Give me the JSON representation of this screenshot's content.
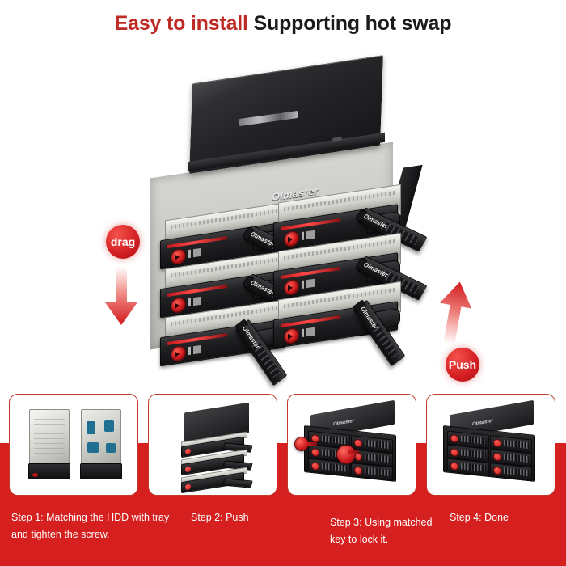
{
  "header": {
    "title_red": "Easy to install",
    "title_black": "Supporting hot swap"
  },
  "hero": {
    "brand": "OImaster",
    "drag_badge": "drag",
    "push_badge": "Push",
    "tray_handle_brand": "OImaster",
    "colors": {
      "accent_red": "#D6201F",
      "title_red": "#BE2A24",
      "knob_red": "#D2191C",
      "chassis_black": "#1a1a1c"
    }
  },
  "steps": {
    "cards": [
      {
        "id": "step-1",
        "caption": "Step 1: Matching the HDD with tray and tighten the screw."
      },
      {
        "id": "step-2",
        "caption": "Step 2: Push"
      },
      {
        "id": "step-3",
        "caption": "Step 3: Using matched key to lock it."
      },
      {
        "id": "step-4",
        "caption": "Step 4: Done"
      }
    ]
  }
}
